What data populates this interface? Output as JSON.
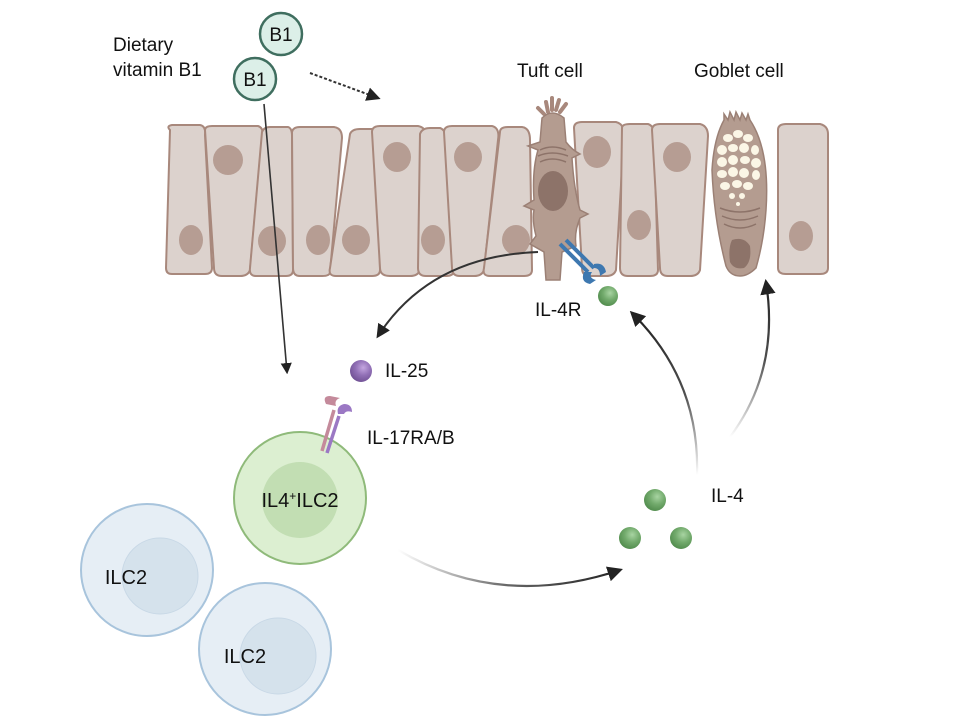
{
  "diagram": {
    "labels": {
      "dietary": "Dietary",
      "vitamin": "vitamin B1",
      "b1_top": "B1",
      "b1_bottom": "B1",
      "tuft_cell": "Tuft cell",
      "goblet_cell": "Goblet cell",
      "il4r": "IL-4R",
      "il25": "IL-25",
      "il17rab": "IL-17RA/B",
      "il4": "IL-4",
      "il4_ilc2_prefix": "IL4",
      "il4_ilc2_sup": "+",
      "il4_ilc2_suffix": "ILC2",
      "ilc2_a": "ILC2",
      "ilc2_b": "ILC2"
    },
    "colors": {
      "epithelium_fill": "#dcd2cd",
      "epithelium_stroke": "#a8887c",
      "nucleus": "#b69d93",
      "tuft_fill": "#b49c90",
      "tuft_nucleus": "#8d7369",
      "goblet_mucus": "#fbf6e6",
      "vitamin_fill": "#dcefe8",
      "vitamin_stroke": "#3f6e5f",
      "il4_fill": "#6fa86b",
      "il25_fill": "#8f6bb0",
      "receptor_blue": "#3e78b0",
      "receptor_pink": "#c48a9b",
      "receptor_purple": "#9b78c4",
      "ilc2_fill": "#e6eef5",
      "ilc2_inner": "#d5e2ec",
      "ilc2_stroke": "#a8c4dc",
      "il4ilc2_fill": "#dcefd1",
      "il4ilc2_inner": "#c2deb3",
      "il4ilc2_stroke": "#8fba7a",
      "arrow": "#222222"
    },
    "flows": [
      {
        "from": "Dietary vitamin B1",
        "to": "epithelium",
        "style": "dotted"
      },
      {
        "from": "Dietary vitamin B1",
        "to": "IL4+ILC2",
        "style": "solid"
      },
      {
        "from": "Tuft cell",
        "to": "IL-25",
        "style": "solid"
      },
      {
        "from": "IL4+ILC2",
        "to": "IL-4",
        "style": "solid"
      },
      {
        "from": "IL-4",
        "to": "IL-4R (Tuft cell)",
        "style": "solid"
      },
      {
        "from": "IL-4",
        "to": "Goblet cell",
        "style": "solid"
      }
    ]
  }
}
